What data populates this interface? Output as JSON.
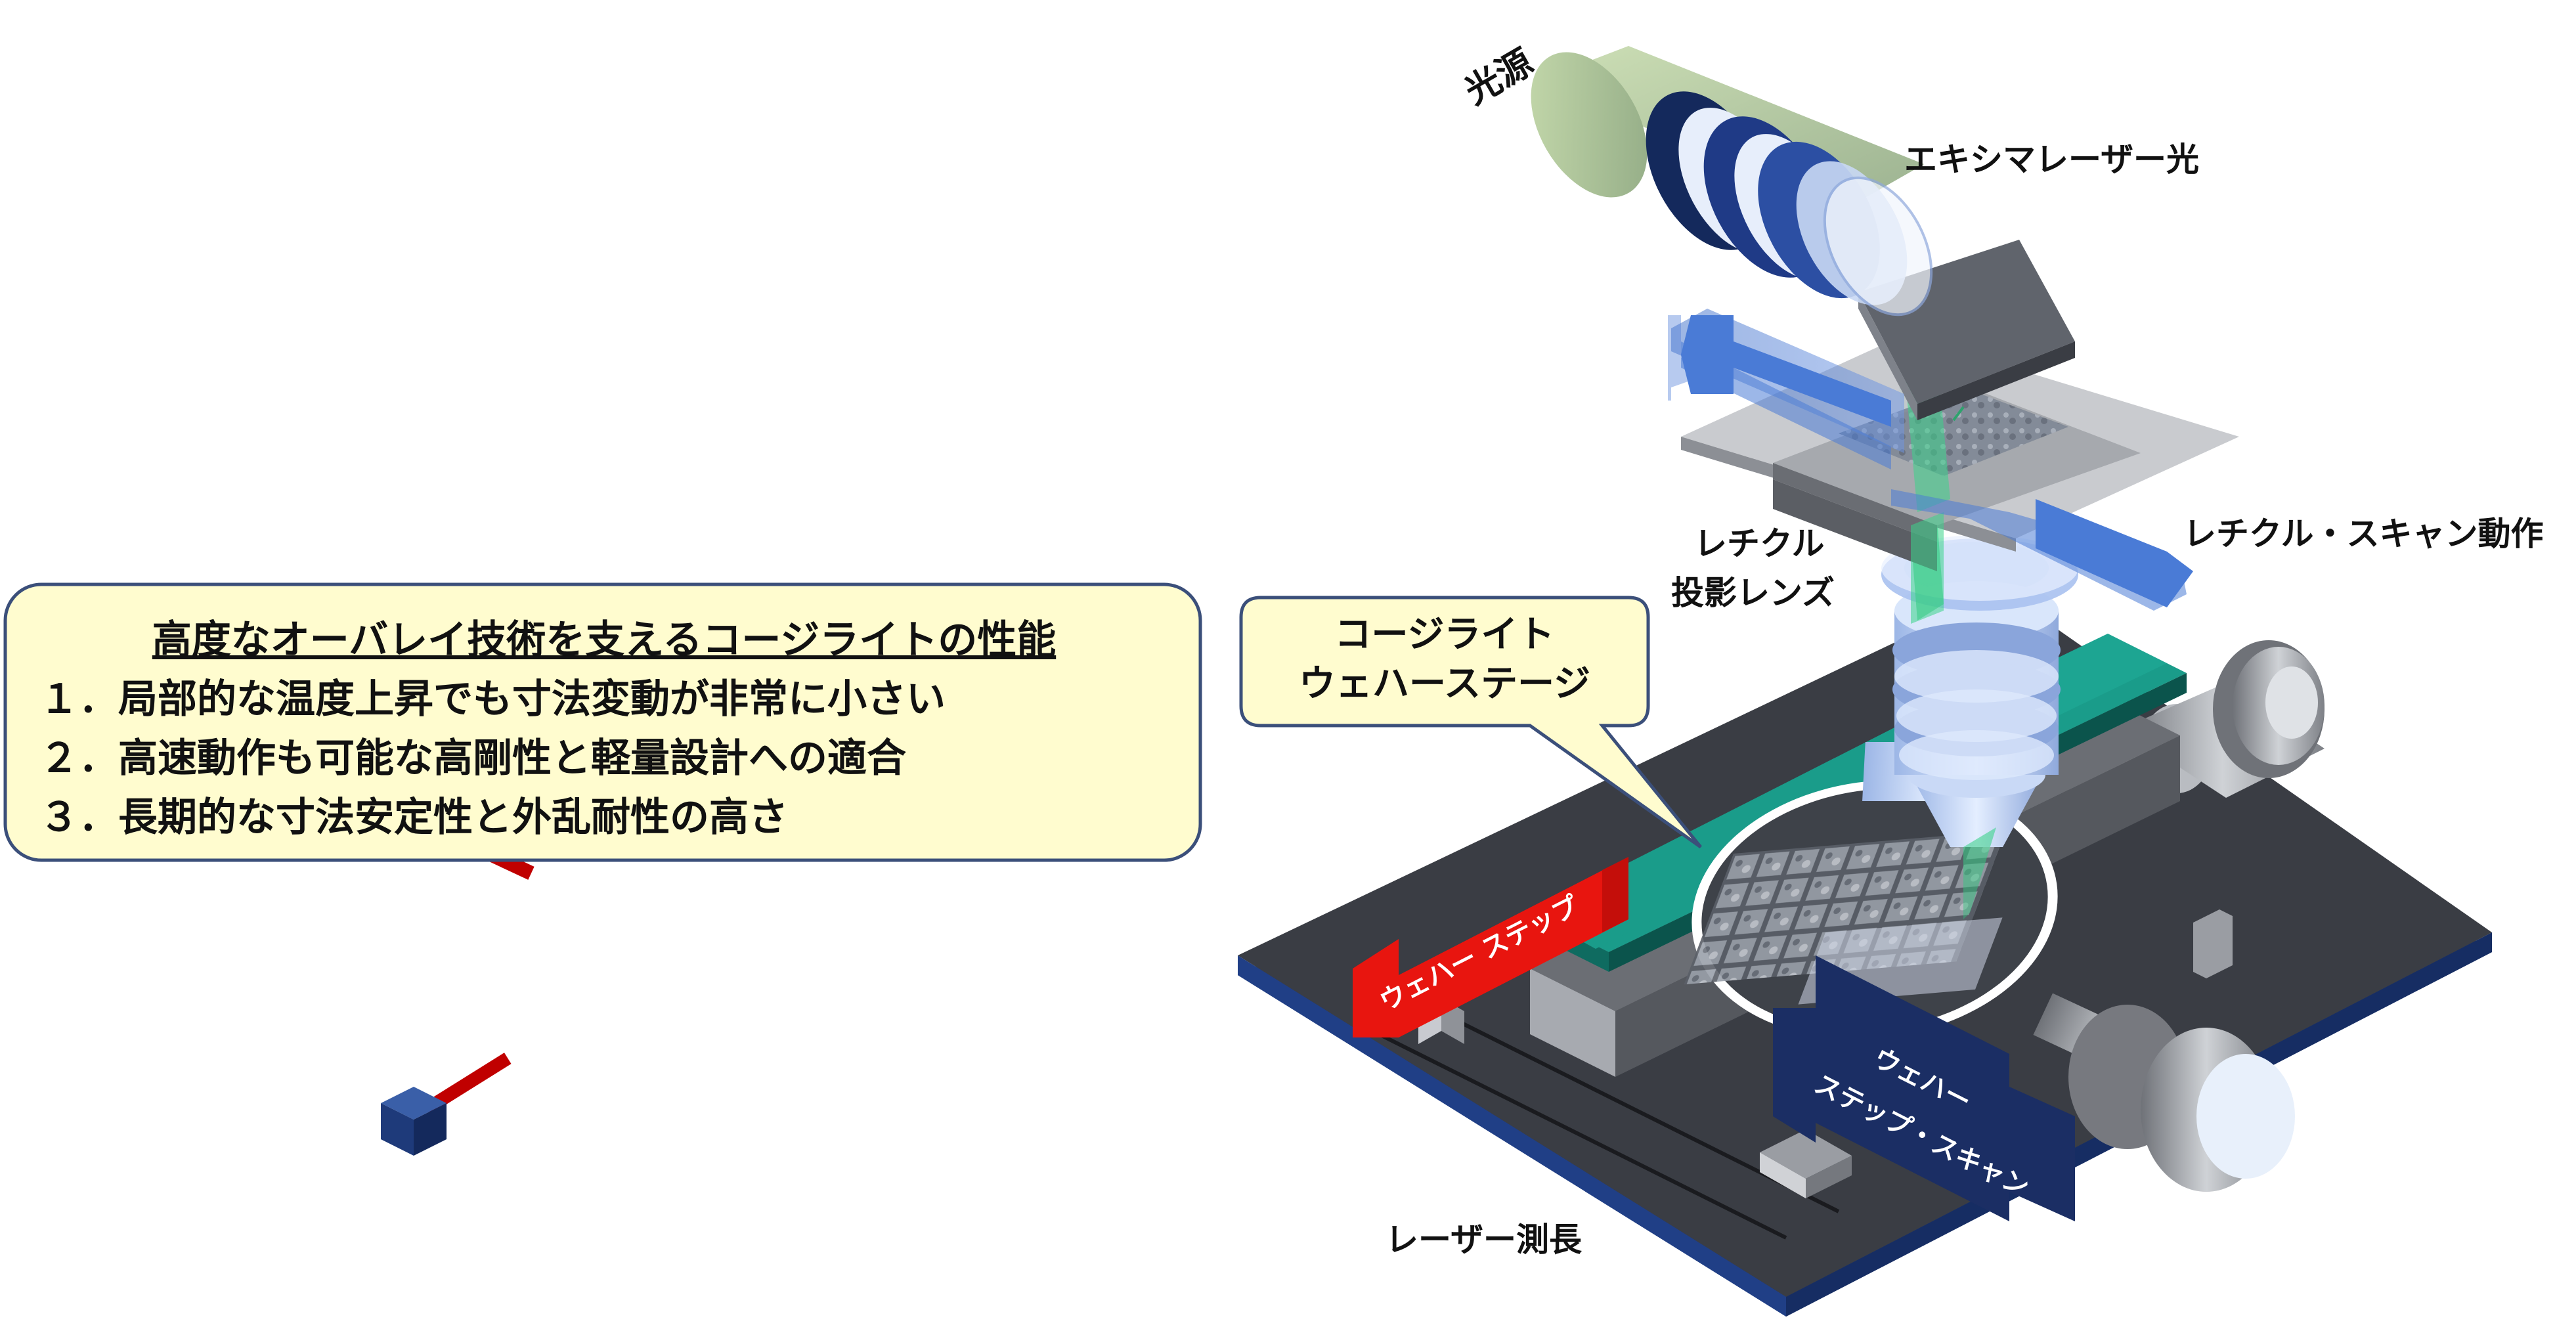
{
  "labels": {
    "light_source": "光源",
    "excimer_laser": "エキシマレーザー光",
    "reticle": "レチクル",
    "reticle_scan": "レチクル・スキャン動作",
    "projection_lens": "投影レンズ",
    "laser_measure": "レーザー測長"
  },
  "stage_callout": {
    "line1": "コージライト",
    "line2": "ウェハーステージ"
  },
  "performance_box": {
    "title": "高度なオーバレイ技術を支えるコージライトの性能",
    "items": [
      "１．局部的な温度上昇でも寸法変動が非常に小さい",
      "２．高速動作も可能な高剛性と軽量設計への適合",
      "３．長期的な寸法安定性と外乱耐性の高さ"
    ]
  },
  "arrows": {
    "wafer_step": "ウェハー ステップ",
    "wafer_step_scan_line1": "ウェハー",
    "wafer_step_scan_line2": "ステップ・スキャン"
  },
  "colors": {
    "callout_fill": "#FFFCCF",
    "callout_border": "#3B4F7A",
    "stage_green": "#1A9C8A",
    "base_dark": "#3A3D44",
    "base_blue_edge": "#1E3A7A",
    "red_arrow": "#E8150F",
    "navy_arrow": "#1B2E64",
    "blue_arrow": "#4A7BD6",
    "beam_green": "#3AD48A"
  }
}
